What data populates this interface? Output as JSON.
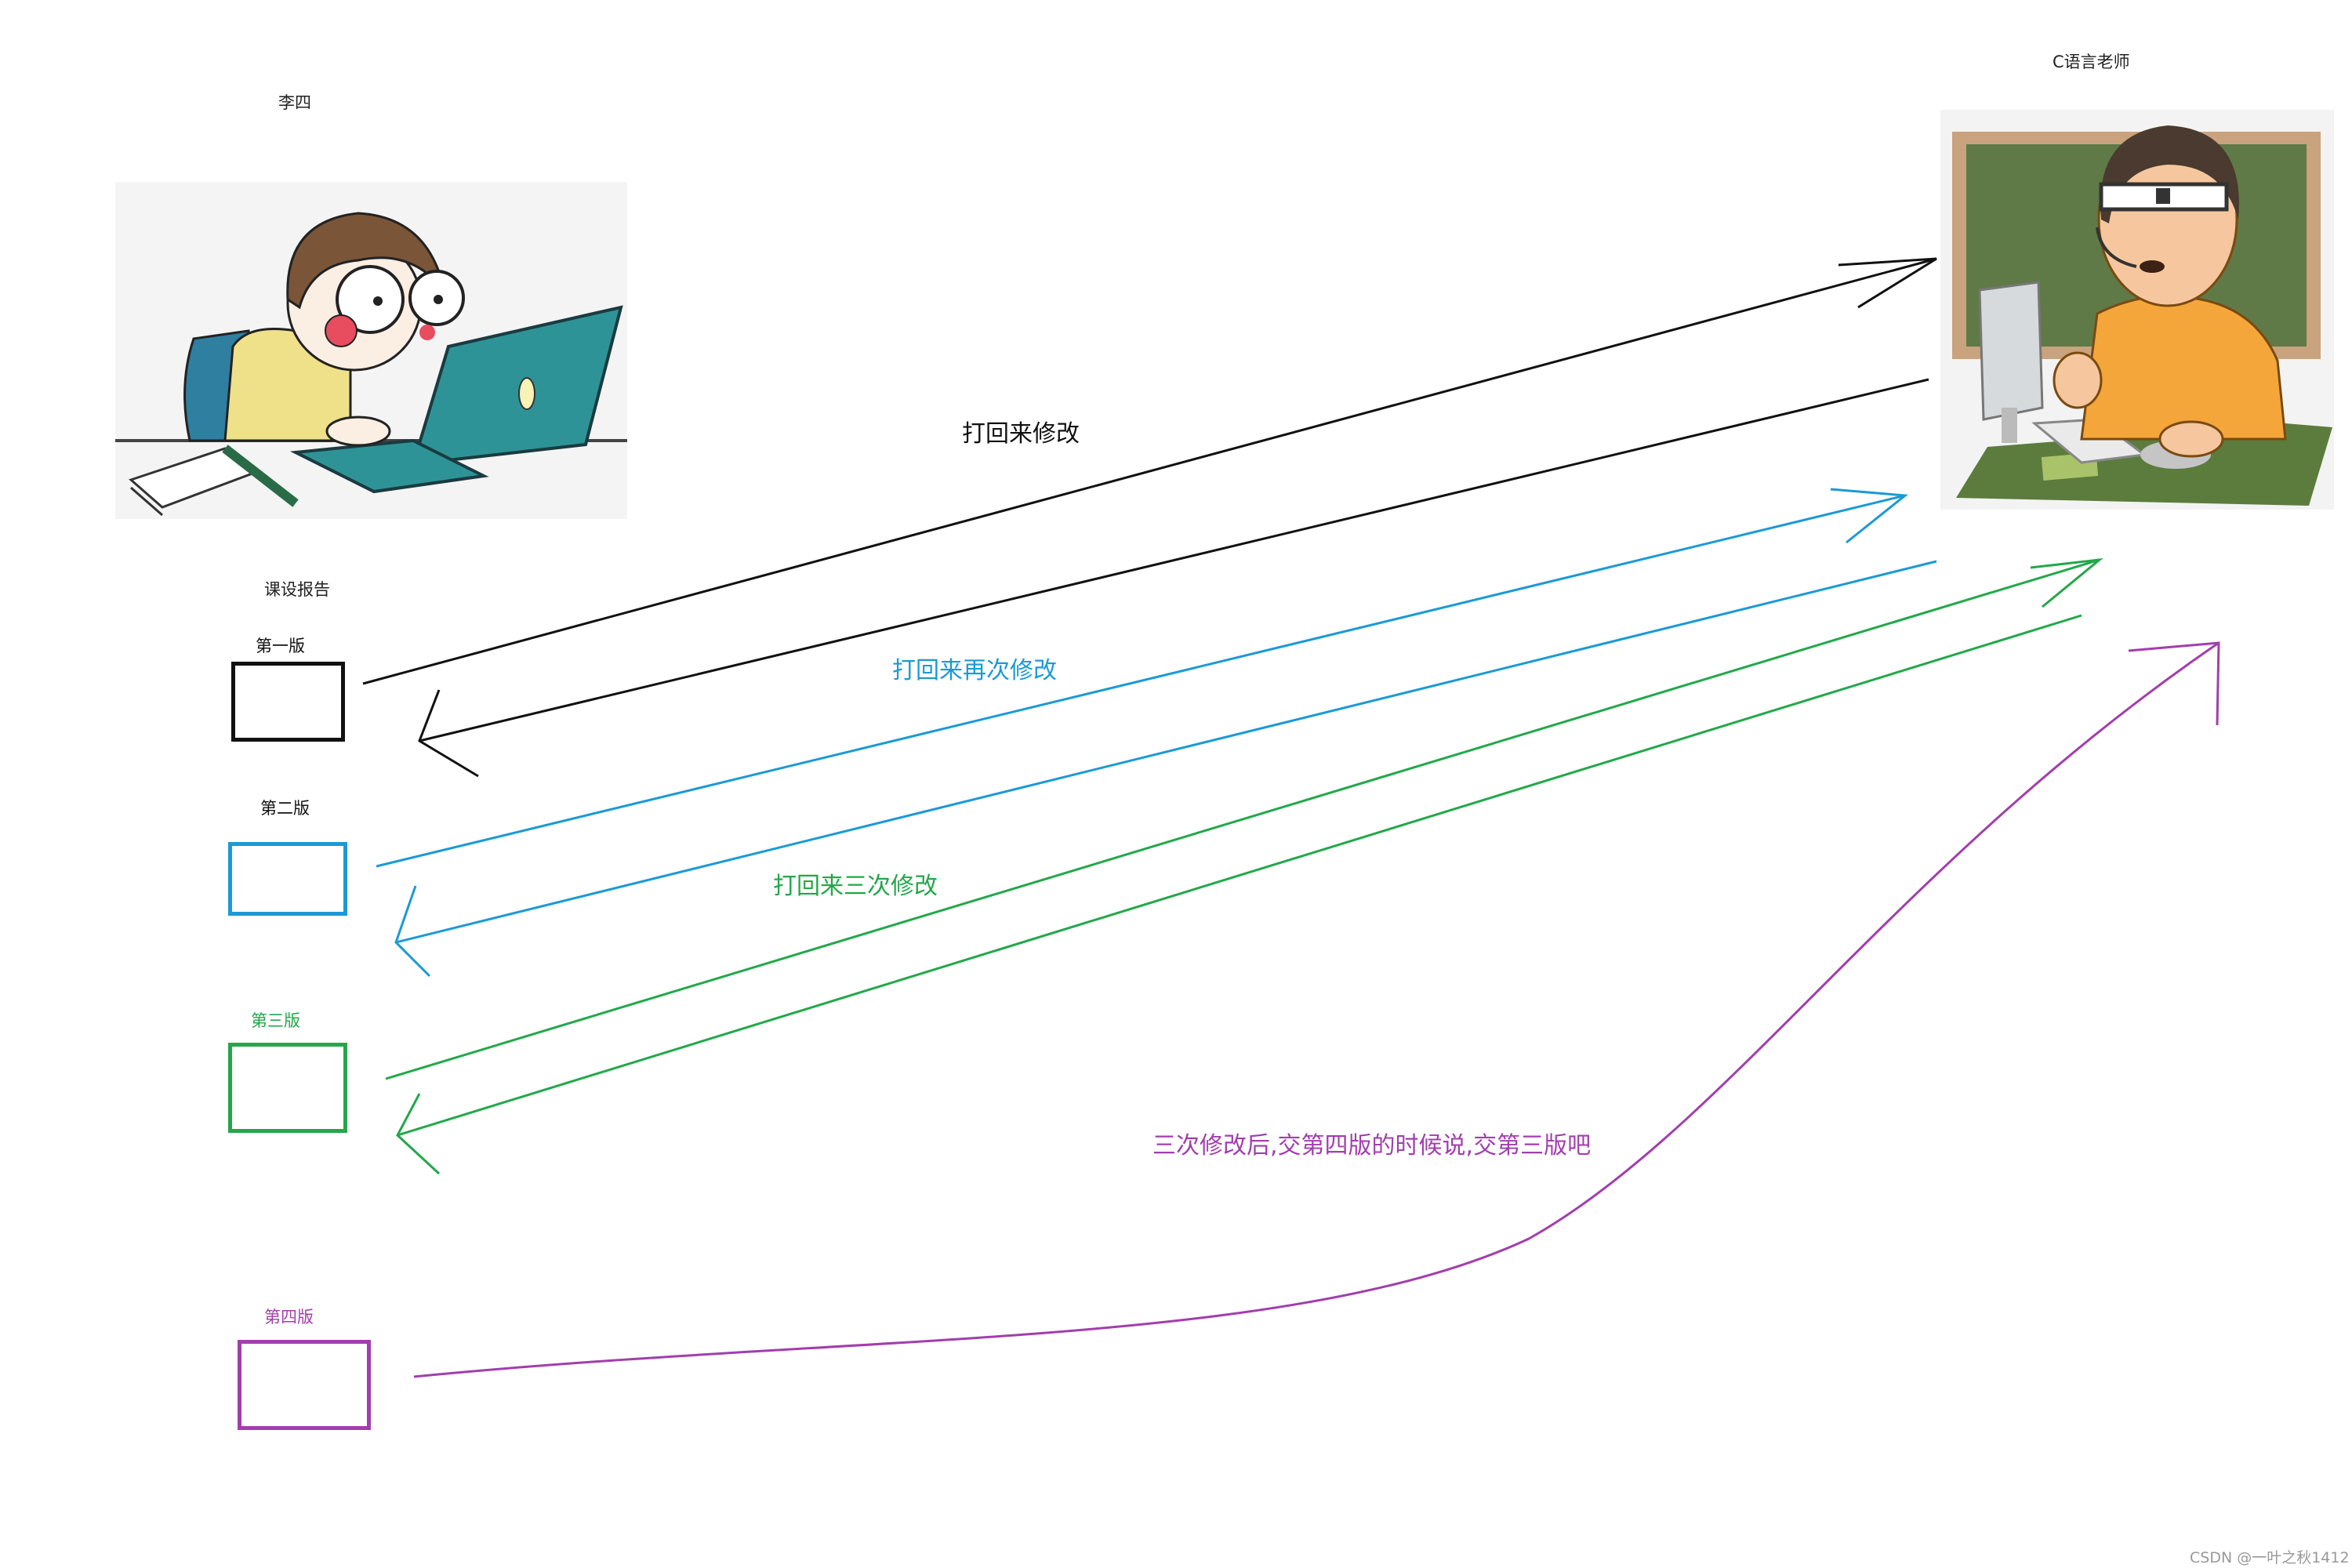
{
  "actors": {
    "student": {
      "name": "李四"
    },
    "teacher": {
      "name": "C语言老师"
    }
  },
  "report_title": "课设报告",
  "versions": [
    {
      "label": "第一版",
      "color": "#111111"
    },
    {
      "label": "第二版",
      "color": "#1a9ad6"
    },
    {
      "label": "第三版",
      "color": "#22a84a"
    },
    {
      "label": "第四版",
      "color": "#a23ead"
    }
  ],
  "annotations": {
    "return_1": "打回来修改",
    "return_2": "打回来再次修改",
    "return_3": "打回来三次修改",
    "final_note": "三次修改后,交第四版的时候说,交第三版吧"
  },
  "colors": {
    "black": "#111111",
    "blue": "#1a9ad6",
    "green": "#22a84a",
    "purple": "#a23ead"
  },
  "watermark": "CSDN @一叶之秋1412"
}
